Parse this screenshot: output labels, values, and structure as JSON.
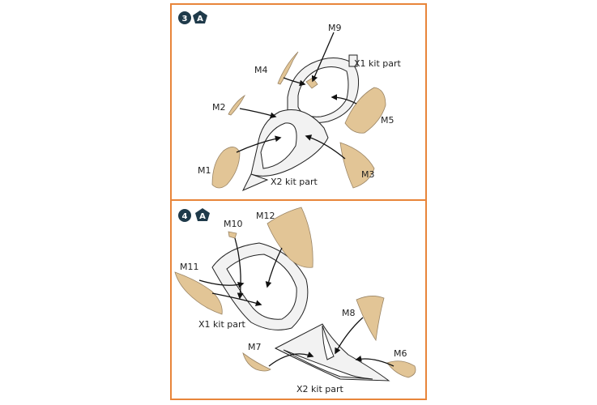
{
  "step3": {
    "number": "3",
    "badge": "A",
    "labels": {
      "m9": "M9",
      "x1": "X1 kit part",
      "m4": "M4",
      "m2": "M2",
      "m5": "M5",
      "m1": "M1",
      "x2": "X2 kit part",
      "m3": "M3"
    }
  },
  "step4": {
    "number": "4",
    "badge": "A",
    "labels": {
      "m10": "M10",
      "m12": "M12",
      "m11": "M11",
      "x1": "X1 kit part",
      "m8": "M8",
      "m7": "M7",
      "m6": "M6",
      "x2": "X2 kit part"
    }
  },
  "colors": {
    "frame": "#e8853a",
    "mask": "#e2c596",
    "badge": "#1f3a4a"
  }
}
